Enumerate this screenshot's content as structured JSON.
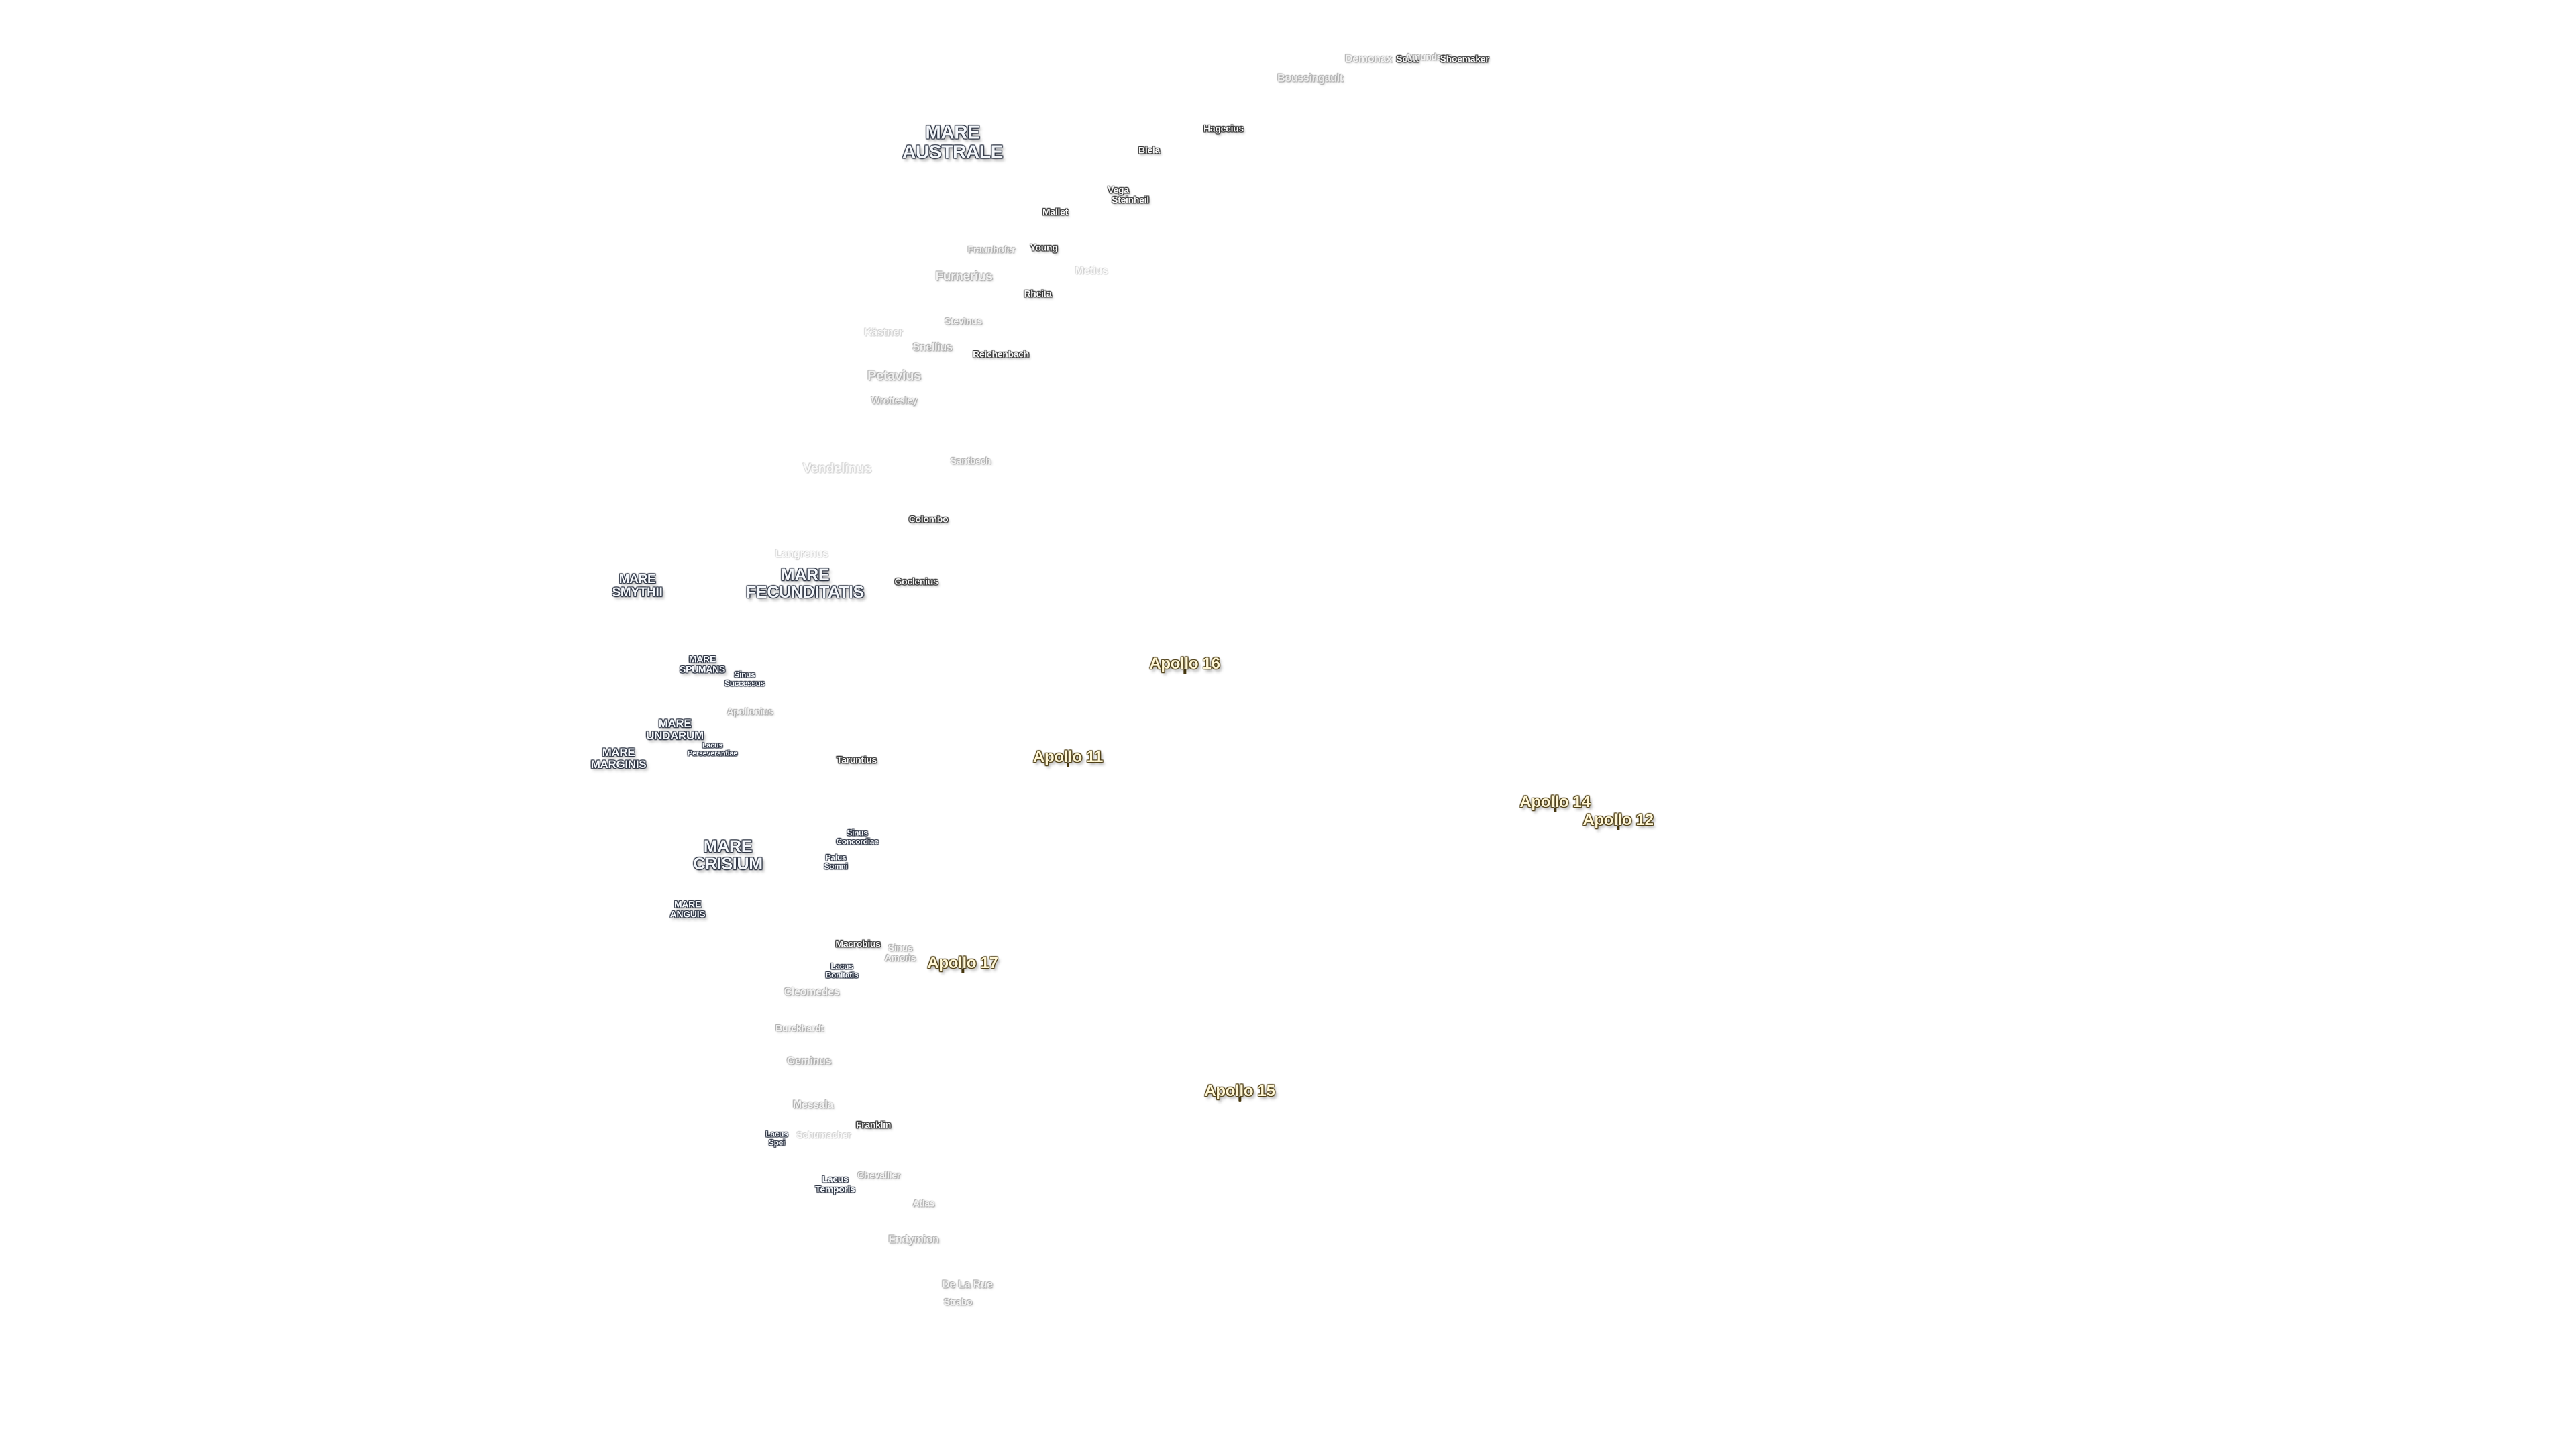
{
  "maria": {
    "australe": "MARE\nAUSTRALE",
    "smythii": "MARE\nSMYTHII",
    "fecunditatis": "MARE\nFECUNDITATIS",
    "spumans": "MARE\nSPUMANS",
    "undarum": "MARE\nUNDARUM",
    "marginis": "MARE\nMARGINIS",
    "crisium": "MARE\nCRISIUM",
    "anguis": "MARE\nANGUIS"
  },
  "sinus_lacus": {
    "sinus_successus": "Sinus\nSuccessus",
    "lacus_perseverantiae": "Lacus\nPerseverantiae",
    "sinus_concordiae": "Sinus\nConcordiae",
    "palus_somni": "Palus\nSomni",
    "lacus_bonitatis": "Lacus\nBonitatis",
    "sinus_amoris": "Sinus\nAmoris",
    "lacus_spei": "Lacus\nSpei",
    "lacus_temporis": "Lacus\nTemporis"
  },
  "craters": {
    "demonax": "Demonax",
    "scott": "Scott",
    "amundsen": "Amundsen",
    "shoemaker": "Shoemaker",
    "boussingault": "Boussingault",
    "hagecius": "Hagecius",
    "biela": "Biela",
    "vega": "Vega",
    "steinheil": "Steinheil",
    "mallet": "Mallet",
    "fraunhofer": "Fraunhofer",
    "young": "Young",
    "furnerius": "Furnerius",
    "rheita": "Rheita",
    "metius": "Metius",
    "stevinus": "Stevinus",
    "snellius": "Snellius",
    "reichenbach": "Reichenbach",
    "kastner": "Kästner",
    "petavius": "Petavius",
    "wrottesley": "Wrottesley",
    "vendelinus": "Vendelinus",
    "santbech": "Santbech",
    "colombo": "Colombo",
    "langrenus": "Langrenus",
    "gutenberg": "Goclenius",
    "apollonius": "Apollonius",
    "taruntius": "Taruntius",
    "macrobius": "Macrobius",
    "cleomedes": "Cleomedes",
    "burckhardt": "Burckhardt",
    "geminus": "Geminus",
    "messala": "Messala",
    "franklin": "Franklin",
    "schumacher": "Schumacher",
    "chevallier": "Chevallier",
    "atlas": "Atlas",
    "endymion": "Endymion",
    "de_la_rue": "De La Rue",
    "strabo": "Strabo"
  },
  "apollo_sites": {
    "a16": "Apollo 16",
    "a11": "Apollo 11",
    "a14": "Apollo 14",
    "a12": "Apollo 12",
    "a17": "Apollo 17",
    "a15": "Apollo 15"
  }
}
